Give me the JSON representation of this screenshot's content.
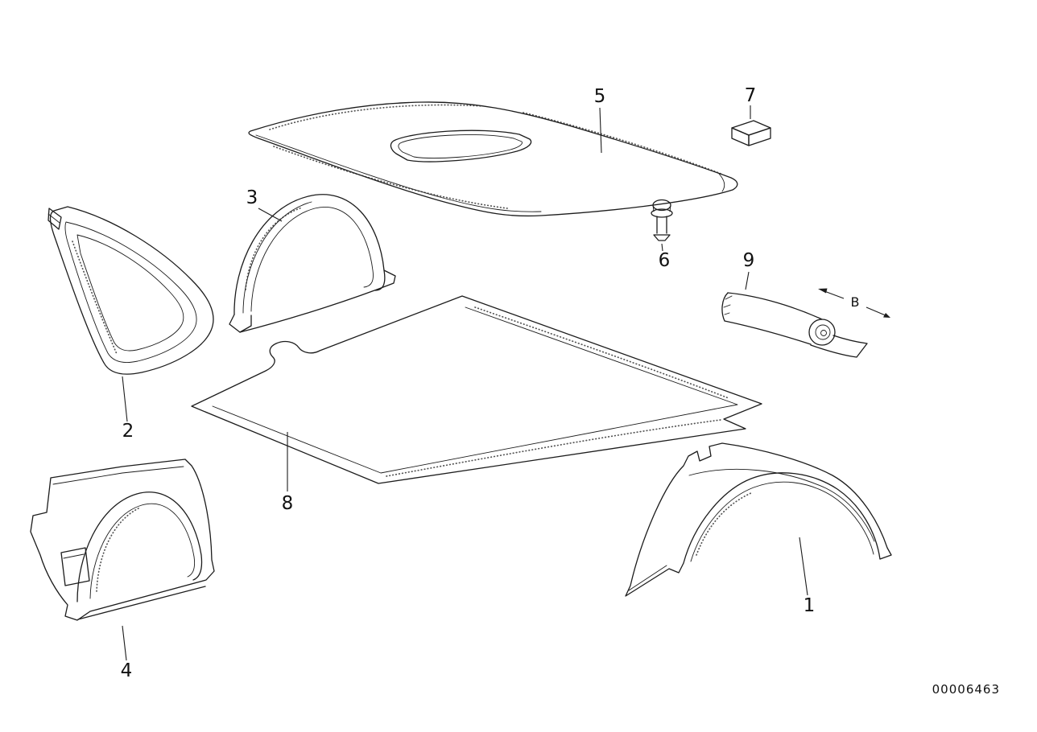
{
  "page": {
    "background": "#ffffff",
    "line_color": "#1c1c1c"
  },
  "diagram": {
    "doc_number": "00006463",
    "dimension_label": "B",
    "callouts": [
      {
        "label": "1"
      },
      {
        "label": "2"
      },
      {
        "label": "3"
      },
      {
        "label": "4"
      },
      {
        "label": "5"
      },
      {
        "label": "6"
      },
      {
        "label": "7"
      },
      {
        "label": "8"
      },
      {
        "label": "9"
      }
    ]
  }
}
